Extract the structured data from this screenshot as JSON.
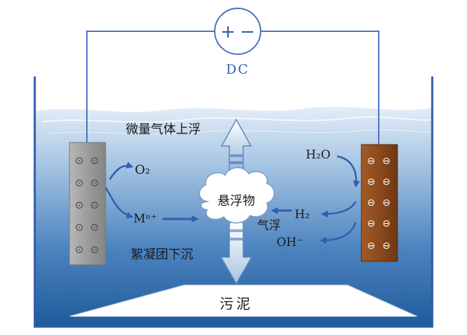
{
  "power_source": {
    "label": "DC",
    "plus_symbol": "+",
    "minus_symbol": "−"
  },
  "left_electrode": {
    "product_gas": "O₂",
    "metal_ion": "Mⁿ⁺",
    "terminal_symbol": "⊙"
  },
  "right_electrode": {
    "reactant": "H₂O",
    "product_gas": "H₂",
    "product_ion": "OH⁻",
    "terminal_symbol": "⊖"
  },
  "labels": {
    "microbubbles_rise": "微量气体上浮",
    "suspended_matter": "悬浮物",
    "flotation": "气浮",
    "flocs_settle": "絮凝团下沉",
    "sludge": "污泥"
  },
  "colors": {
    "wire": "#4a72c4",
    "water_top": "#dbe8f5",
    "water_bottom": "#1f5a9a",
    "left_electrode": "#9a9a9a",
    "right_electrode": "#8b4a1c",
    "arrow": "#2f5fb0"
  }
}
